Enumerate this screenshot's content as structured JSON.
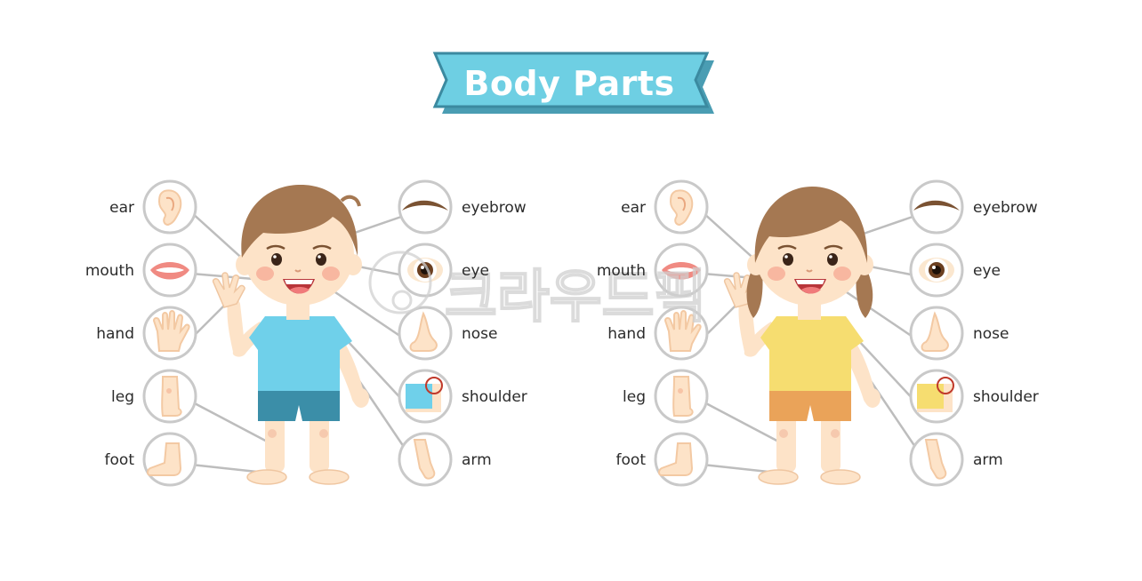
{
  "title": "Body Parts",
  "colors": {
    "banner": "#6ecfe3",
    "banner_shadow": "#4a9db3",
    "circle_stroke": "#c9c9c9",
    "connector": "#bdbdbd",
    "skin": "#fde3c8",
    "hair": "#a57852",
    "boy_shirt": "#6fd0ea",
    "boy_shorts": "#3b8ea8",
    "girl_shirt": "#f6dd70",
    "girl_shorts": "#eaa359"
  },
  "boy": {
    "left_labels": [
      "ear",
      "mouth",
      "hand",
      "leg",
      "foot"
    ],
    "right_labels": [
      "eyebrow",
      "eye",
      "nose",
      "shoulder",
      "arm"
    ]
  },
  "girl": {
    "left_labels": [
      "ear",
      "mouth",
      "hand",
      "leg",
      "foot"
    ],
    "right_labels": [
      "eyebrow",
      "eye",
      "nose",
      "shoulder",
      "arm"
    ]
  },
  "icons": {
    "left": [
      "ear-icon",
      "mouth-icon",
      "hand-icon",
      "leg-icon",
      "foot-icon"
    ],
    "right": [
      "eyebrow-icon",
      "eye-icon",
      "nose-icon",
      "shoulder-icon",
      "arm-icon"
    ]
  },
  "watermark": "크라우드픽"
}
